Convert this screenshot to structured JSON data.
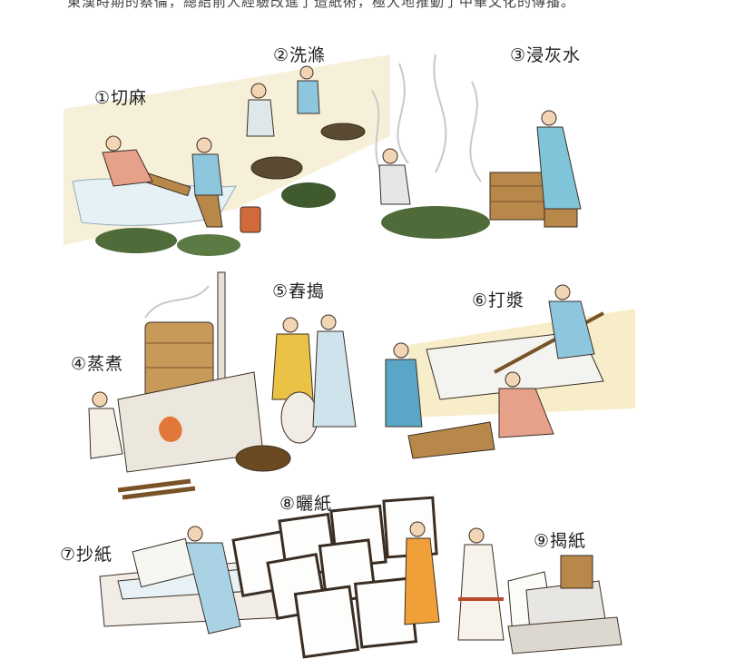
{
  "caption": "東漢時期的蔡倫，總結前人經驗改進了造紙術，極大地推動了中華文化的傳播。",
  "steps": [
    {
      "num": "①",
      "label": "切麻"
    },
    {
      "num": "②",
      "label": "洗滌"
    },
    {
      "num": "③",
      "label": "浸灰水"
    },
    {
      "num": "④",
      "label": "蒸煮"
    },
    {
      "num": "⑤",
      "label": "舂搗"
    },
    {
      "num": "⑥",
      "label": "打漿"
    },
    {
      "num": "⑦",
      "label": "抄紙"
    },
    {
      "num": "⑧",
      "label": "曬紙"
    },
    {
      "num": "⑨",
      "label": "揭紙"
    }
  ],
  "colors": {
    "sky": "#f6efd3",
    "water": "#e8f3f8",
    "wood": "#b8874a",
    "woodDark": "#7a5228",
    "plant": "#4f6b3a",
    "robeBlue": "#8ec6de",
    "robeYellow": "#e9c246",
    "robeRed": "#e7a08a",
    "stone": "#e9e4dc",
    "outline": "#3a2e24"
  }
}
